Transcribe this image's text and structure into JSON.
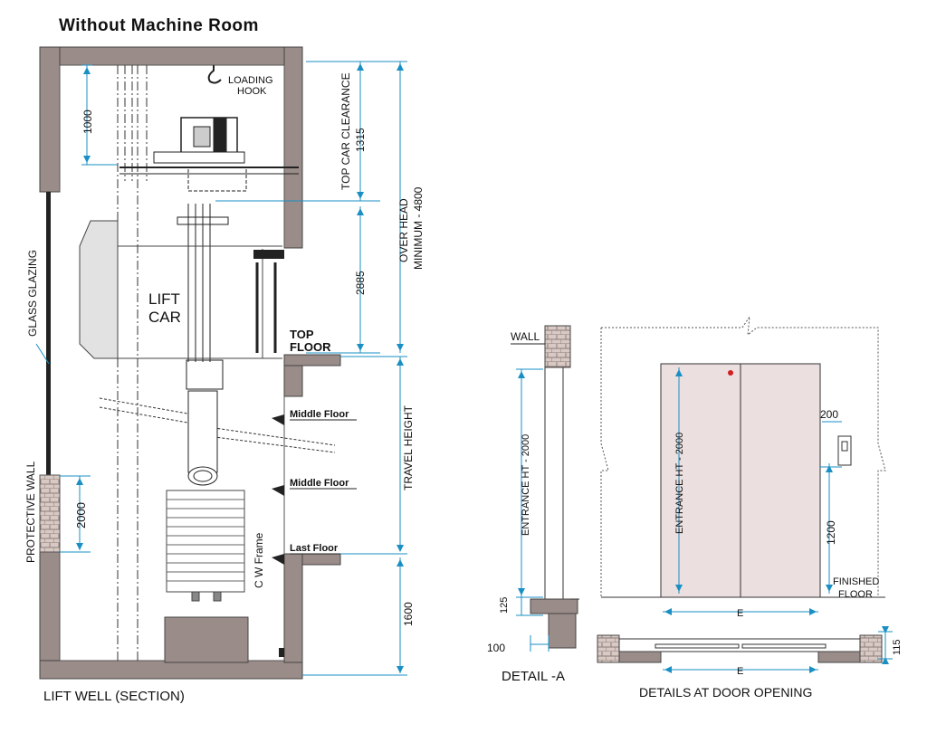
{
  "title": "Without Machine Room",
  "section_caption": "LIFT WELL (SECTION)",
  "labels": {
    "loading_hook_1": "LOADING",
    "loading_hook_2": "HOOK",
    "glass_glazing": "GLASS GLAZING",
    "protective_wall": "PROTECTIVE WALL",
    "lift_car_1": "LIFT",
    "lift_car_2": "CAR",
    "top_floor_1": "TOP",
    "top_floor_2": "FLOOR",
    "middle_floor_a": "Middle Floor",
    "middle_floor_b": "Middle Floor",
    "last_floor": "Last Floor",
    "cw_frame": "C W Frame",
    "top_car_clearance_1": "TOP CAR CLEARANCE",
    "top_car_clearance_2": "1315",
    "over_head_1": "OVER HEAD",
    "over_head_2": "MINIMUM - 4800",
    "travel_height": "TRAVEL HEIGHT"
  },
  "dimensions": {
    "d1000": "1000",
    "d2885": "2885",
    "d2000": "2000",
    "d1600": "1600"
  },
  "detail_a": {
    "caption": "DETAIL -A",
    "wall": "WALL",
    "entrance": "ENTRANCE HT - 2000",
    "d125": "125",
    "d100": "100"
  },
  "door_detail": {
    "caption": "DETAILS AT DOOR OPENING",
    "entrance": "ENTRANCE HT - 2000",
    "d200": "200",
    "d1200": "1200",
    "finished_1": "FINISHED",
    "finished_2": "FLOOR",
    "e_top": "E",
    "e_bottom": "E",
    "d115": "115"
  },
  "colors": {
    "wall_fill": "#9a8c88",
    "dim_blue": "#1a8fc4",
    "door_fill": "#ecdfe0",
    "indicator": "#d21f1f"
  }
}
